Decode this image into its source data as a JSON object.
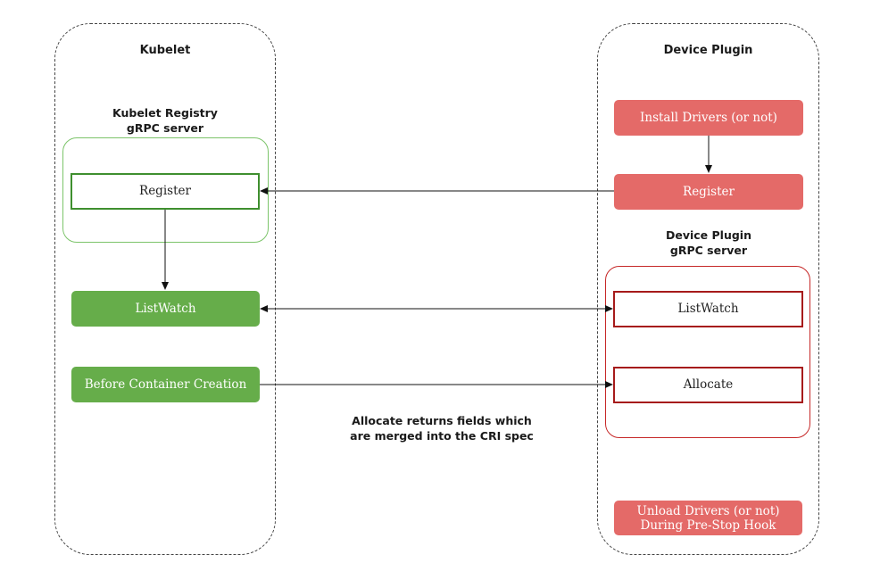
{
  "kubelet": {
    "title": "Kubelet",
    "registry_label_line1": "Kubelet Registry",
    "registry_label_line2": "gRPC server",
    "register": "Register",
    "listwatch": "ListWatch",
    "before_container": "Before Container Creation"
  },
  "device_plugin": {
    "title": "Device Plugin",
    "install_drivers": "Install Drivers (or not)",
    "register": "Register",
    "server_label_line1": "Device Plugin",
    "server_label_line2": "gRPC server",
    "listwatch": "ListWatch",
    "allocate": "Allocate",
    "unload_line1": "Unload Drivers (or not)",
    "unload_line2": "During Pre-Stop Hook"
  },
  "annotation": {
    "line1": "Allocate returns fields which",
    "line2": "are merged into the CRI spec"
  },
  "colors": {
    "green_fill": "#66ad4a",
    "green_outline": "#3f8f2f",
    "red_fill": "#e46a68",
    "red_outline": "#a61b1b"
  }
}
